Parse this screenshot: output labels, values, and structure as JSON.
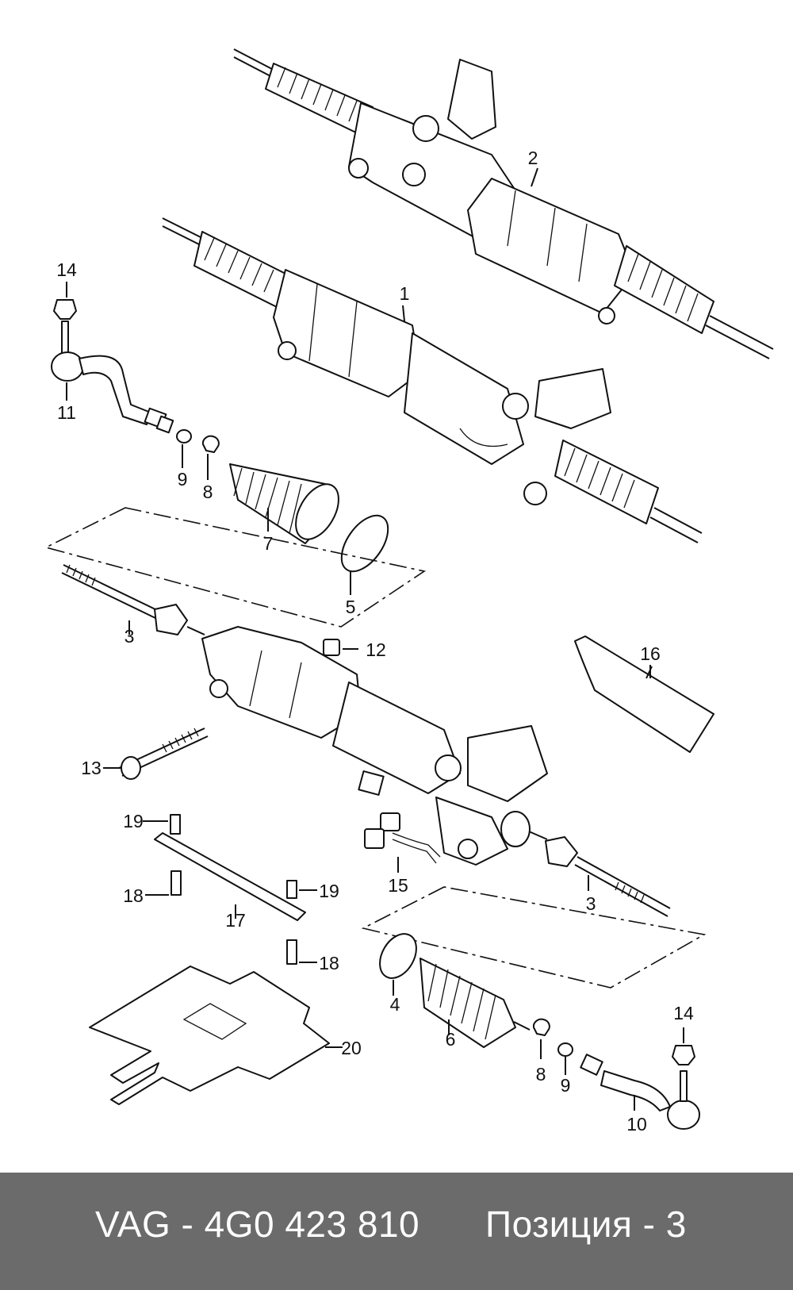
{
  "callouts": {
    "c1": "1",
    "c2": "2",
    "c3a": "3",
    "c3b": "3",
    "c4": "4",
    "c5": "5",
    "c6": "6",
    "c7": "7",
    "c8a": "8",
    "c8b": "8",
    "c9a": "9",
    "c9b": "9",
    "c10": "10",
    "c11": "11",
    "c12": "12",
    "c13": "13",
    "c14a": "14",
    "c14b": "14",
    "c15": "15",
    "c16": "16",
    "c17": "17",
    "c18a": "18",
    "c18b": "18",
    "c19a": "19",
    "c19b": "19",
    "c20": "20"
  },
  "footer": {
    "part_code": "VAG - 4G0 423 810",
    "position": "Позиция - 3"
  }
}
